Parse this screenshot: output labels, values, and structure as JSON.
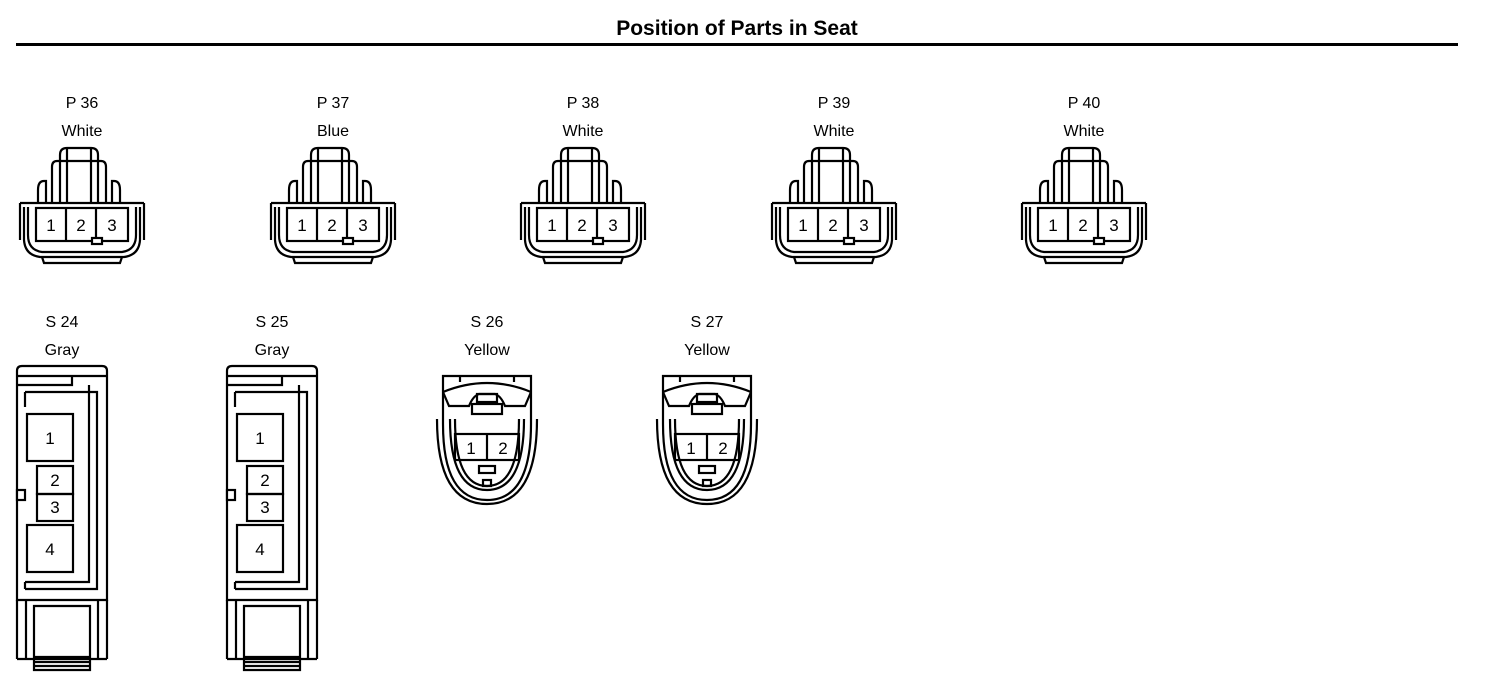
{
  "title": "Position of Parts in Seat",
  "connectors_row1": [
    {
      "code": "P 36",
      "color": "White",
      "pins": [
        "1",
        "2",
        "3"
      ]
    },
    {
      "code": "P 37",
      "color": "Blue",
      "pins": [
        "1",
        "2",
        "3"
      ]
    },
    {
      "code": "P 38",
      "color": "White",
      "pins": [
        "1",
        "2",
        "3"
      ]
    },
    {
      "code": "P 39",
      "color": "White",
      "pins": [
        "1",
        "2",
        "3"
      ]
    },
    {
      "code": "P 40",
      "color": "White",
      "pins": [
        "1",
        "2",
        "3"
      ]
    }
  ],
  "connectors_row2": [
    {
      "code": "S 24",
      "color": "Gray",
      "pins": [
        "1",
        "2",
        "3",
        "4"
      ]
    },
    {
      "code": "S 25",
      "color": "Gray",
      "pins": [
        "1",
        "2",
        "3",
        "4"
      ]
    },
    {
      "code": "S 26",
      "color": "Yellow",
      "pins": [
        "1",
        "2"
      ]
    },
    {
      "code": "S 27",
      "color": "Yellow",
      "pins": [
        "1",
        "2"
      ]
    }
  ]
}
